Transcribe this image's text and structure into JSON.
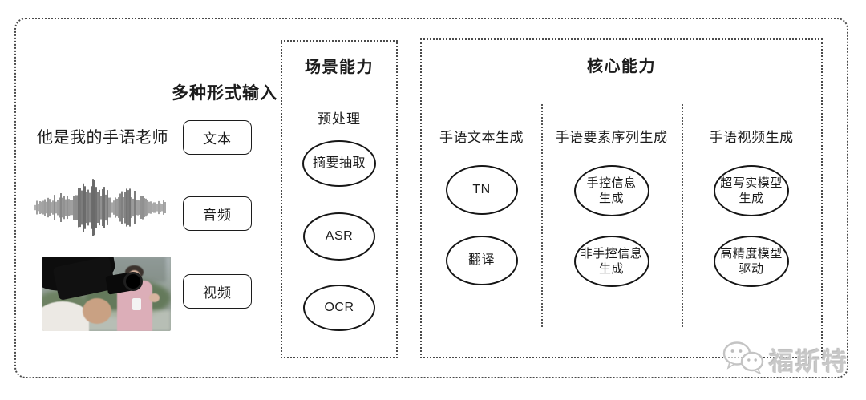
{
  "diagram": {
    "input": {
      "title": "多种形式输入",
      "sample_text": "他是我的手语老师",
      "text_label": "文本",
      "audio_label": "音频",
      "video_label": "视频"
    },
    "scene": {
      "title": "场景能力",
      "stage_label": "预处理",
      "ovals": {
        "summary": "摘要抽取",
        "asr": "ASR",
        "ocr": "OCR"
      }
    },
    "core": {
      "title": "核心能力",
      "columns": [
        {
          "header": "手语文本生成",
          "ovals": [
            "TN",
            "翻译"
          ]
        },
        {
          "header": "手语要素序列生成",
          "ovals": [
            "手控信息\n生成",
            "非手控信息\n生成"
          ]
        },
        {
          "header": "手语视频生成",
          "ovals": [
            "超写实模型\n生成",
            "高精度模型\n驱动"
          ]
        }
      ]
    },
    "watermark": {
      "text": "福斯特",
      "logo": "wechat-chat-bubbles-icon"
    },
    "colors": {
      "line": "#1c1c1c",
      "background": "#ffffff",
      "watermark": "#c8c8c8"
    }
  }
}
